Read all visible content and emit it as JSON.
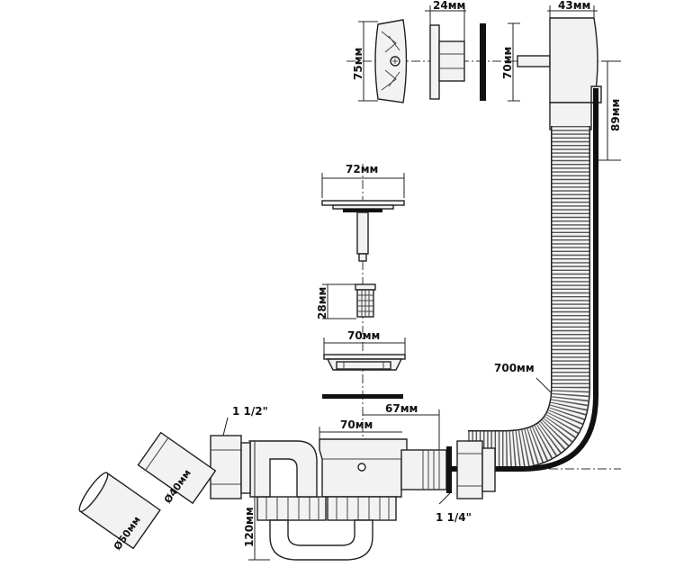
{
  "dimensions": {
    "overflow_plate_height": "75мм",
    "overflow_adapter_width": "24мм",
    "overflow_body_height": "70мм",
    "overflow_body_width": "43мм",
    "overflow_vertical_offset": "89мм",
    "plug_diameter": "72мм",
    "strainer_height": "28мм",
    "drain_flange_diameter": "70мм",
    "drain_body_width": "70мм",
    "drain_outlet_length": "67мм",
    "hose_length": "700мм",
    "outlet_thread": "1 1/2\"",
    "overflow_thread": "1 1/4\"",
    "pipe_diameter_40": "Ø40мм",
    "pipe_diameter_50": "Ø50мм",
    "trap_height": "120мм"
  },
  "colors": {
    "outline": "#222222",
    "part_fill": "#f2f2f2",
    "black_part": "#111111"
  }
}
